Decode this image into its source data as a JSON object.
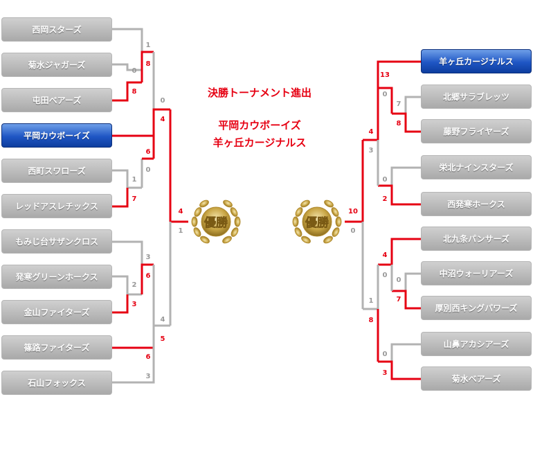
{
  "title": "決勝トーナメント進出",
  "finalists": [
    "平岡カウボーイズ",
    "羊ヶ丘カージナルス"
  ],
  "trophy_label": "優勝",
  "colors": {
    "win_line": "#e60012",
    "lose_line": "#b2b2b2",
    "team_bg": "#a9a9a9",
    "winner_bg": "#1f56c4"
  },
  "left": {
    "teams": [
      "西岡スターズ",
      "菊水ジャガーズ",
      "屯田ベアーズ",
      "平岡カウボーイズ",
      "西町スワローズ",
      "レッドアスレチックス",
      "もみじ台サザンクロス",
      "発寒グリーンホークス",
      "金山ファイターズ",
      "篠路ファイターズ",
      "石山フォックス"
    ],
    "winner_index": 3,
    "scores": {
      "r0a_win": "8",
      "r0a_lose": "0",
      "r0b_win": "7",
      "r0b_lose": "1",
      "r0c_win": "3",
      "r0c_lose": "2",
      "r1a_win": "8",
      "r1a_lose": "1",
      "r1b_win": "6",
      "r1b_lose": "0",
      "r1c_win": "6",
      "r1c_lose": "3",
      "r1d_win": "6",
      "r1d_lose": "3",
      "r2a_win": "4",
      "r2a_lose": "0",
      "r2b_win": "5",
      "r2b_lose": "4",
      "r3_win": "4",
      "r3_lose": "1"
    }
  },
  "right": {
    "teams": [
      "羊ヶ丘カージナルス",
      "北郷サラブレッツ",
      "藤野フライヤーズ",
      "栄北ナインスターズ",
      "西発寒ホークス",
      "北九条パンサーズ",
      "中沼ウォーリアーズ",
      "厚別西キングパワーズ",
      "山鼻アカシアーズ",
      "菊水ベアーズ"
    ],
    "winner_index": 0,
    "scores": {
      "r0a_win": "8",
      "r0a_lose": "7",
      "r0b_win": "7",
      "r0b_lose": "0",
      "r1a_win": "13",
      "r1a_lose": "0",
      "r1b_win": "2",
      "r1b_lose": "0",
      "r1c_win": "4",
      "r1c_lose": "0",
      "r1d_win": "3",
      "r1d_lose": "0",
      "r2a_win": "4",
      "r2a_lose": "3",
      "r2b_win": "8",
      "r2b_lose": "1",
      "r3_win": "10",
      "r3_lose": "0"
    }
  }
}
